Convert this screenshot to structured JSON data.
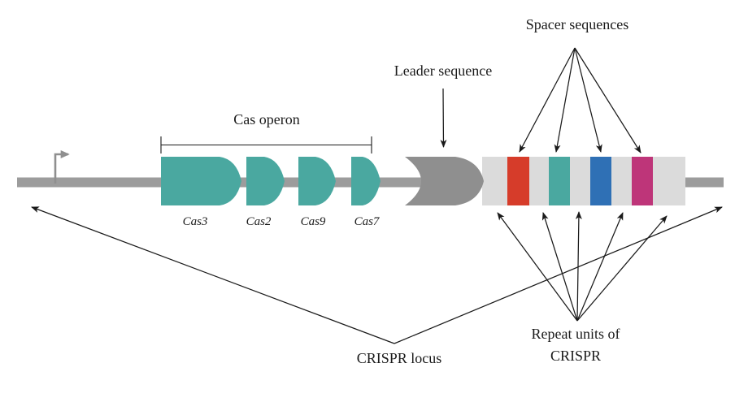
{
  "diagram": {
    "labels": {
      "cas_operon": "Cas operon",
      "leader_sequence": "Leader sequence",
      "spacer_sequences": "Spacer sequences",
      "crispr_locus": "CRISPR locus",
      "repeat_units_line1": "Repeat units of",
      "repeat_units_line2": "CRISPR"
    },
    "genes": [
      {
        "label": "Cas3"
      },
      {
        "label": "Cas2"
      },
      {
        "label": "Cas9"
      },
      {
        "label": "Cas7"
      }
    ],
    "spacers": [
      {
        "name": "spacer-red",
        "color": "#D63C2A"
      },
      {
        "name": "spacer-teal",
        "color": "#4AA8A0"
      },
      {
        "name": "spacer-blue",
        "color": "#2F70B5"
      },
      {
        "name": "spacer-magenta",
        "color": "#BE3579"
      }
    ],
    "colors": {
      "gene": "#4AA8A0",
      "backbone": "#9C9C9C",
      "leader": "#8F8F8F",
      "promoter": "#8F8F8F",
      "repeat_background": "#DBDBDB",
      "annotation": "#1A1A1A",
      "background": "#FFFFFF"
    }
  }
}
